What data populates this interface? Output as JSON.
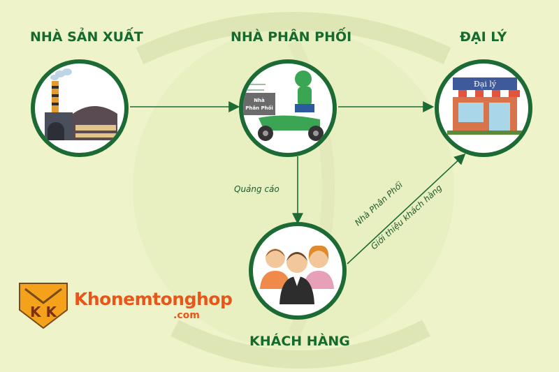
{
  "nodes": {
    "manufacturer": {
      "title": "NHÀ SẢN XUẤT"
    },
    "distributor": {
      "title": "NHÀ PHÂN PHỐI",
      "scooter_box_line1": "Nhà",
      "scooter_box_line2": "Phân Phối"
    },
    "agent": {
      "title": "ĐẠI LÝ",
      "sign_text": "Đại lý"
    },
    "customers": {
      "title": "KHÁCH HÀNG"
    }
  },
  "edges": {
    "advertising_label": "Quảng cáo",
    "referral_line1": "Nhà Phân Phối",
    "referral_line2": "Giới thiệu khách hàng"
  },
  "logo": {
    "name": "Khonemtonghop",
    "domain": ".com",
    "letters": "K K"
  },
  "colors": {
    "background": "#eef3c9",
    "circle_border": "#1d6b34",
    "title": "#176a2e",
    "logo_orange": "#e9561a",
    "arrow": "#1d6b34"
  }
}
